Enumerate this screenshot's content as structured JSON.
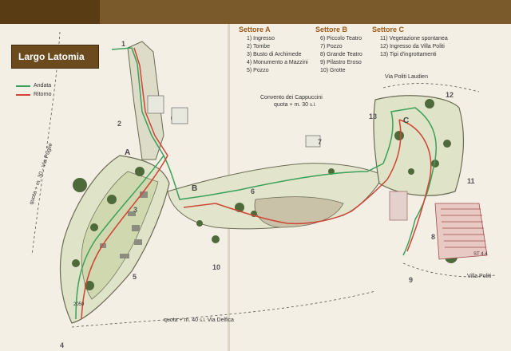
{
  "title": "Largo Latomia",
  "legend": [
    {
      "label": "Andata",
      "color": "#3aa05a"
    },
    {
      "label": "Ritorno",
      "color": "#d04535"
    }
  ],
  "sectors": [
    {
      "name": "Settore A",
      "items": [
        "1) Ingresso",
        "2) Tombe",
        "3) Busto di Archimede",
        "4) Monumento a Mazzini",
        "5) Pozzo"
      ]
    },
    {
      "name": "Settore B",
      "items": [
        "6) Piccolo Teatro",
        "7) Pozzo",
        "8) Grande Teatro",
        "9) Pilastro Eroso",
        "10) Grotte"
      ]
    },
    {
      "name": "Settore C",
      "items": [
        "11) Vegetazione spontanea",
        "12) Ingresso da Villa Politi",
        "13) Tipi d'ingrottamenti"
      ]
    }
  ],
  "labels": {
    "street_top": "Via Politi Laudien",
    "convent": "Convento dei Cappuccini",
    "convent_quota": "quota + m. 30",
    "convent_unit": "s.l.",
    "via_puglie": "quota + m. 30 - Via Puglie",
    "via_delfica": "quota + m. 40",
    "via_delfica_unit": "s.l.",
    "via_delfica_name": "Via Delfica",
    "villa_politi": "Villa Politi",
    "small_code": "ST 4.4",
    "small_code_2": "2050"
  },
  "markers": {
    "numbers": [
      "1",
      "2",
      "3",
      "4",
      "5",
      "6",
      "7",
      "8",
      "9",
      "10",
      "11",
      "12",
      "13"
    ],
    "letters": [
      "A",
      "B",
      "C"
    ]
  },
  "colors": {
    "andata": "#3aa05a",
    "ritorno": "#d04535",
    "brand": "#6b4a1e",
    "sector_heading": "#a05a1a"
  }
}
